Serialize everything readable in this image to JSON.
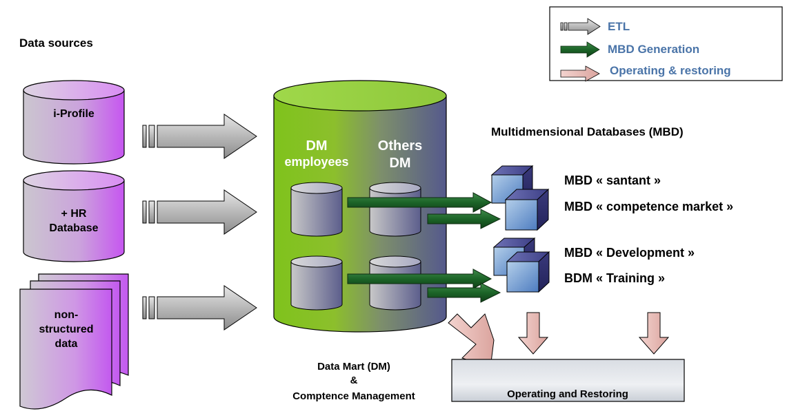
{
  "heading_sources": "Data sources",
  "sources": [
    {
      "line1": "i-Profile",
      "line2": ""
    },
    {
      "line1": "+ HR",
      "line2": "Database"
    },
    {
      "line1": "non-",
      "line2": "structured",
      "line3": "data"
    }
  ],
  "legend": {
    "etl": "ETL",
    "mbd_generation": "MBD Generation",
    "operating": "Operating & restoring"
  },
  "data_mart": {
    "dm_employees_1": "DM",
    "dm_employees_2": "employees",
    "others_dm_1": "Others",
    "others_dm_2": "DM",
    "caption_1": "Data Mart (DM)",
    "caption_2": "&",
    "caption_3": "Comptence Management"
  },
  "mbd_heading": "Multidmensional Databases  (MBD)",
  "mbd_items": [
    "MBD « santant »",
    "MBD « competence market »",
    "MBD « Development »",
    "BDM « Training »"
  ],
  "operating_box": "Operating and Restoring",
  "colors": {
    "legend_text": "#4a74a8",
    "source_light": "#cfc3d8",
    "source_dark": "#c85fe6",
    "dm_green": "#80c21f",
    "dm_blue": "#565f8f",
    "etl_arrow": "#a6a6a6",
    "mbd_arrow": "#1e6b2d",
    "op_arrow": "#e8b9b4"
  }
}
